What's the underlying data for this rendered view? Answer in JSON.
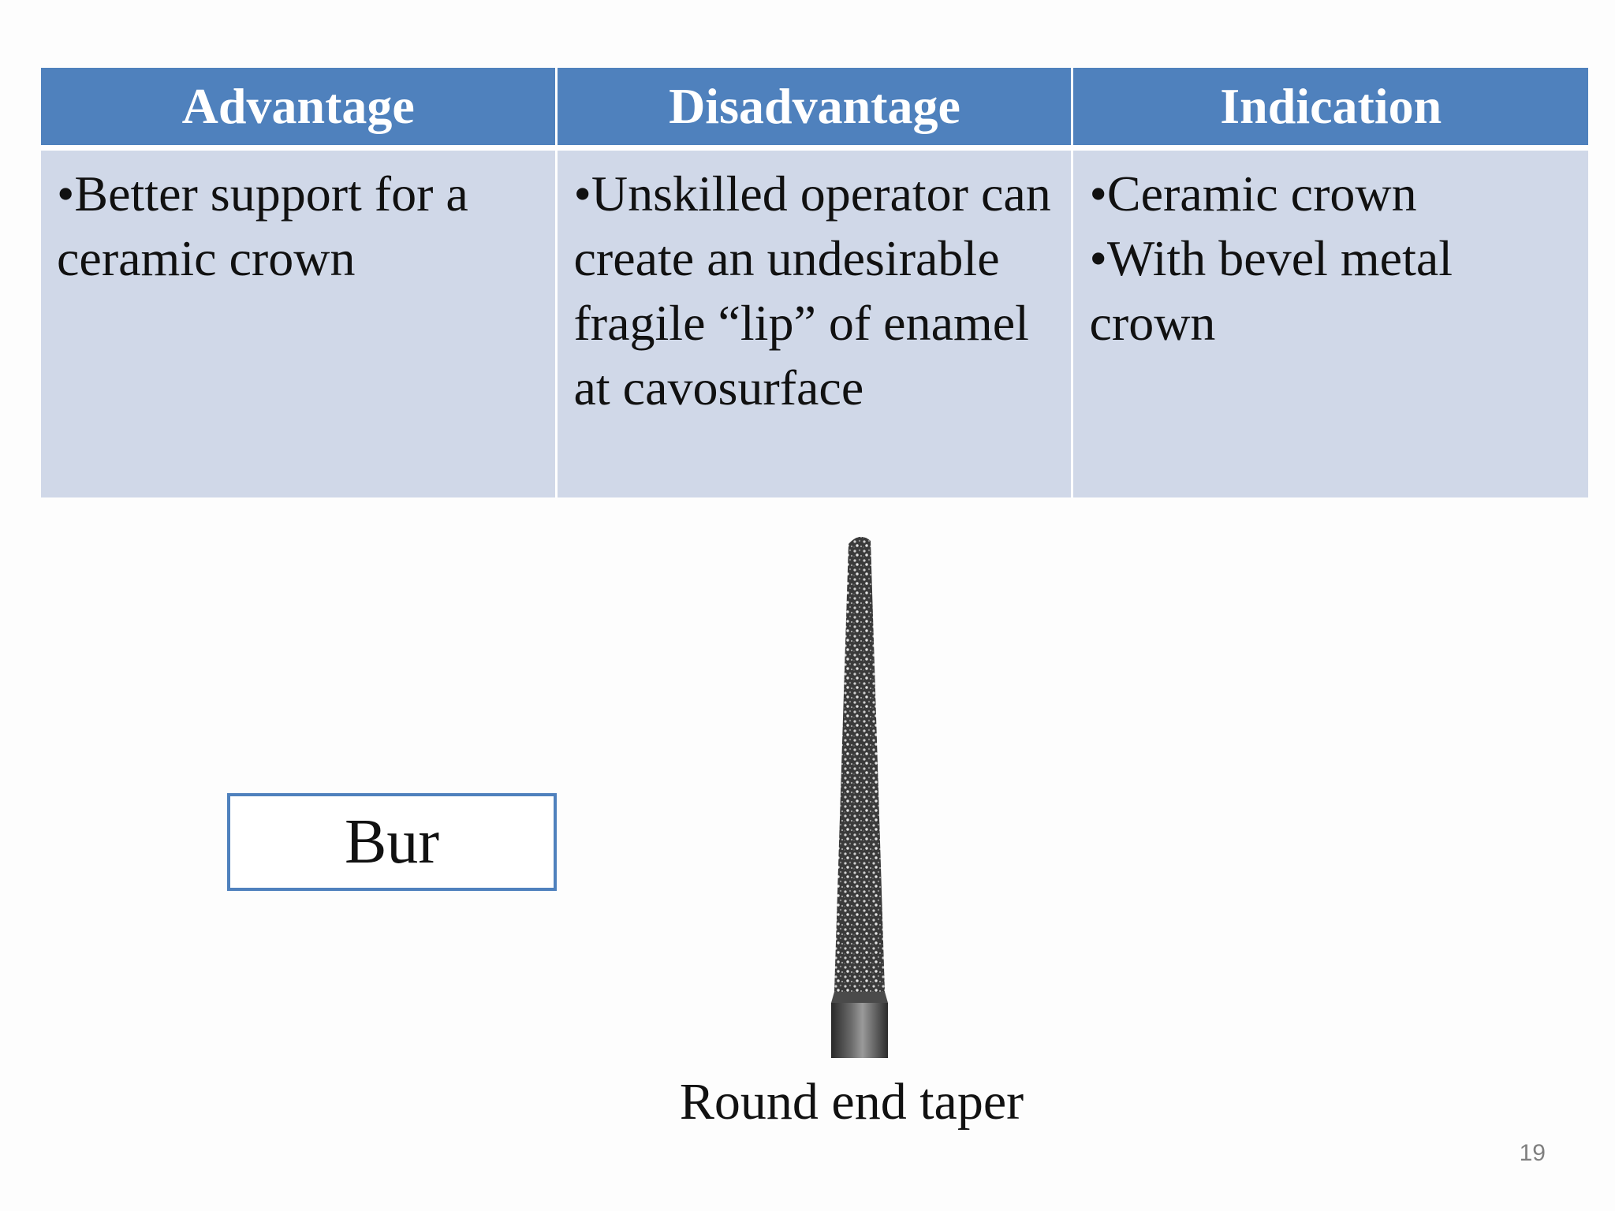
{
  "table": {
    "headers": [
      "Advantage",
      "Disadvantage",
      "Indication"
    ],
    "advantage": [
      "•Better support for a ceramic crown"
    ],
    "disadvantage": [
      "•Unskilled operator can create an undesirable fragile “lip” of enamel at cavosurface"
    ],
    "indication": [
      "•Ceramic crown",
      "•With bevel metal crown"
    ]
  },
  "bur_label": "Bur",
  "image": {
    "icon": "diamond-bur-image"
  },
  "caption": "Round end taper",
  "page_number": "19",
  "colors": {
    "header_bg": "#4f81bd",
    "cell_bg": "#d0d8e8",
    "box_border": "#4f81bd",
    "page_number": "#7f7f7f"
  }
}
